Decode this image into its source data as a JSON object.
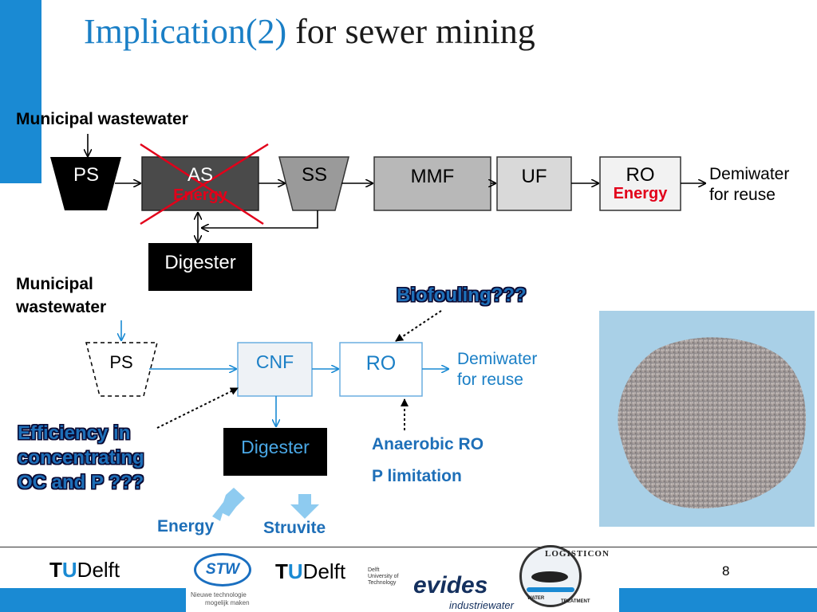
{
  "slide": {
    "title_part1": "Implication(2)",
    "title_part2": " for sewer mining",
    "page_number": "8"
  },
  "top_flow": {
    "source_label": "Municipal wastewater",
    "nodes": {
      "ps": "PS",
      "as": "AS",
      "ss": "SS",
      "mmf": "MMF",
      "uf": "UF",
      "ro": "RO",
      "digester": "Digester"
    },
    "as_energy": "Energy",
    "ro_energy": "Energy",
    "output_line1": "Demiwater",
    "output_line2": "for reuse"
  },
  "bottom_flow": {
    "source_line1": "Municipal",
    "source_line2": "wastewater",
    "nodes": {
      "ps": "PS",
      "cnf": "CNF",
      "ro": "RO",
      "digester": "Digester"
    },
    "output_line1": "Demiwater",
    "output_line2": "for reuse",
    "biofouling": "Biofouling???",
    "efficiency_line1": "Efficiency in",
    "efficiency_line2": "concentrating",
    "efficiency_line3": "OC and P ???",
    "anaerobic": "Anaerobic RO",
    "p_limitation": "P limitation",
    "energy": "Energy",
    "struvite": "Struvite"
  },
  "logos": {
    "tudelft_text": "Delft",
    "tudelft_t": "T",
    "tudelft_u": "U",
    "stw": "STW",
    "stw_sub1": "Nieuwe technologie",
    "stw_sub2": "mogelijk maken",
    "tudelft2_sub1": "Delft",
    "tudelft2_sub2": "University of",
    "tudelft2_sub3": "Technology",
    "evides": "evides",
    "evides_sub": "industriewater",
    "logisticon": "LOGISTICON",
    "logisticon_sub1": "WATER",
    "logisticon_sub2": "TREATMENT"
  },
  "colors": {
    "accent_blue": "#1a8ad3",
    "dark_box": "#4a4a4a",
    "energy_red": "#e2001a"
  }
}
